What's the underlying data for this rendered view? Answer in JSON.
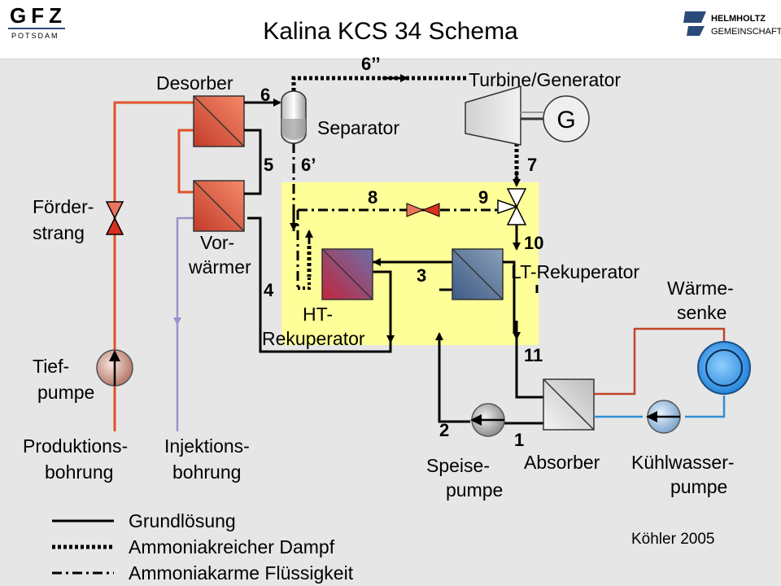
{
  "header": {
    "title": "Kalina KCS 34 Schema",
    "logo_left": {
      "line1": "GFZ",
      "line2": "POTSDAM"
    },
    "logo_right": {
      "line1": "HELMHOLTZ",
      "line2": "GEMEINSCHAFT"
    }
  },
  "components": {
    "desorber": "Desorber",
    "separator": "Separator",
    "turbine": "Turbine/Generator",
    "generator": "G",
    "vorwaermer": [
      "Vor-",
      "wärmer"
    ],
    "foerderstrang": [
      "Förder-",
      "strang"
    ],
    "tiefpumpe": [
      "Tief-",
      "pumpe"
    ],
    "produktionsbohrung": [
      "Produktions-",
      "bohrung"
    ],
    "injektionsbohrung": [
      "Injektions-",
      "bohrung"
    ],
    "ht_rekuperator": [
      "HT-",
      "Rekuperator"
    ],
    "lt_rekuperator": "LT-Rekuperator",
    "waermesenke": [
      "Wärme-",
      "senke"
    ],
    "speisepumpe": [
      "Speise-",
      "pumpe"
    ],
    "absorber": "Absorber",
    "kuehlwasserpumpe": [
      "Kühlwasser-",
      "pumpe"
    ]
  },
  "stream_numbers": [
    "1",
    "2",
    "3",
    "4",
    "5",
    "6",
    "6’",
    "6’’",
    "7",
    "8",
    "9",
    "10",
    "11"
  ],
  "legend": [
    {
      "style": "solid",
      "label": "Grundlösung"
    },
    {
      "style": "dotted",
      "label": "Ammoniakreicher Dampf"
    },
    {
      "style": "dashdot",
      "label": "Ammoniakarme Flüssigkeit"
    }
  ],
  "citation": "Köhler 2005",
  "colors": {
    "background": "#e6e6e6",
    "header": "#ffffff",
    "highlight_zone": "#ffff99",
    "production_line": "#e0522a",
    "injection_line": "#9b93cc",
    "cooling_line": "#2f8ed0",
    "sink_line": "#c0442a",
    "hx_hot": "#e3553a",
    "hx_ht": "#c73a55",
    "hx_lt": "#5a7494",
    "absorber": "#d9d9d9",
    "sink_fill": "#3f9fe8"
  }
}
